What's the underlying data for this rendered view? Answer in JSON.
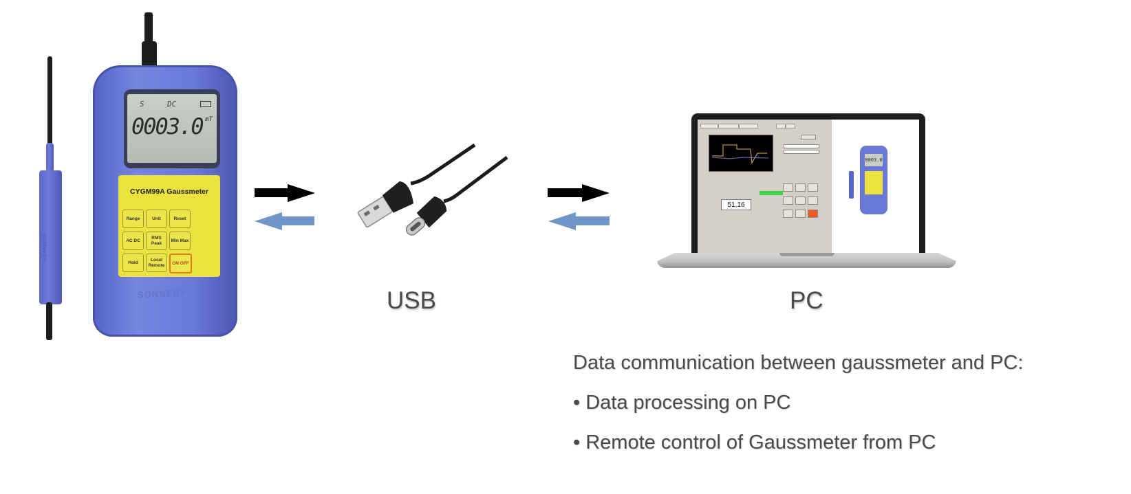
{
  "gaussmeter": {
    "model_label": "CYGM99A Gaussmeter",
    "brand": "SONNEDY",
    "probe_brand": "SONNEDY",
    "display": {
      "indicator_s": "S",
      "indicator_dc": "DC",
      "reading": "0003.0",
      "unit": "mT"
    },
    "keys": [
      "Range",
      "Unit",
      "Reset",
      "AC DC",
      "RMS Peak",
      "Min Max",
      "Hold",
      "Local Remote",
      "ON OFF"
    ]
  },
  "arrows": {
    "forward_color": "#000000",
    "backward_color": "#6f95c9"
  },
  "labels": {
    "usb": "USB",
    "pc": "PC"
  },
  "pc_screen": {
    "readout": "51,16",
    "mini_meter_reading": "0003.0"
  },
  "caption": {
    "heading": "Data communication between gaussmeter and PC:",
    "bullets": [
      "• Data processing on PC",
      "• Remote control of Gaussmeter from PC"
    ]
  }
}
